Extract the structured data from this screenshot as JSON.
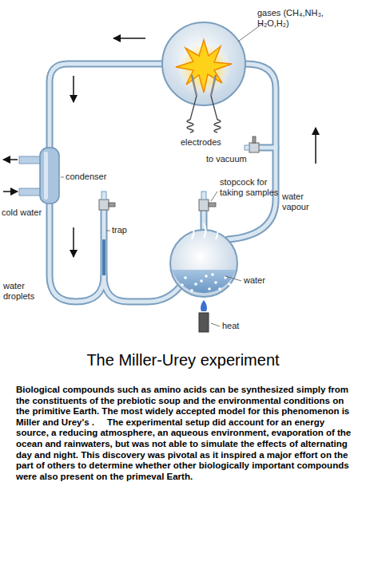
{
  "diagram": {
    "title": "The Miller-Urey experiment",
    "caption": "Biological compounds such as amino acids can be synthesized simply from the constituents of the prebiotic soup and the environmental conditions on the primitive Earth. The most widely accepted model for this phenomenon is Miller and Urey's .     The experimental setup did account for an energy source, a reducing atmosphere, an aqueous environment, evaporation of the ocean and rainwaters, but was not able to simulate the effects of alternating day and night. This discovery was pivotal as it inspired a major effort on the part of others to determine whether other biologically important compounds were also present on the primeval Earth.",
    "labels": [
      "gases (CH₄,NH₃, H₂O,H₂)",
      "electrodes",
      "to vacuum",
      "condenser",
      "cold water",
      "stopcock for taking samples",
      "water vapour",
      "trap",
      "water droplets",
      "water",
      "heat"
    ]
  }
}
